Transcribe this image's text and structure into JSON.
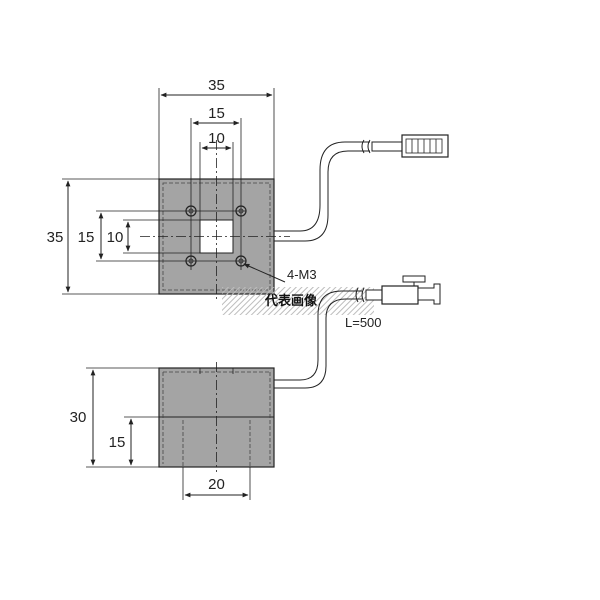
{
  "top_view": {
    "width_label": "35",
    "hole_pitch_outer_label": "15",
    "hole_pitch_inner_label": "10",
    "height_label": "35",
    "vertical_pitch_outer_label": "15",
    "vertical_pitch_inner_label": "10",
    "hole_callout": "4-M3"
  },
  "representative_image_label": "代表画像",
  "cable_length_label": "L=500",
  "side_view": {
    "height_label": "30",
    "step_height_label": "15",
    "width_label": "20"
  },
  "colors": {
    "body_fill": "#a4a4a4",
    "line": "#222222",
    "hatch_band": "#c8c8c8"
  }
}
